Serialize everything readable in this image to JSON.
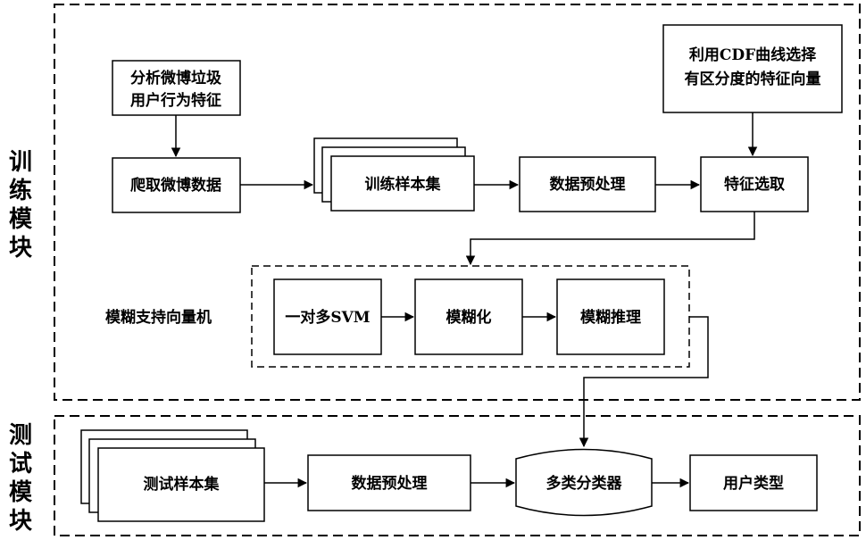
{
  "modules": {
    "training": "训练模块",
    "testing": "测试模块"
  },
  "nodes": {
    "analyze": [
      "分析微博垃圾",
      "用户行为特征"
    ],
    "crawl": "爬取微博数据",
    "train_set": "训练样本集",
    "preprocess_train": "数据预处理",
    "feature_select": "特征选取",
    "cdf": [
      "利用CDF曲线选择",
      "有区分度的特征向量"
    ],
    "fuzzy_svm_label": "模糊支持向量机",
    "ovr_svm": "一对多SVM",
    "fuzzify": "模糊化",
    "fuzzy_infer": "模糊推理",
    "test_set": "测试样本集",
    "preprocess_test": "数据预处理",
    "classifier": "多类分类器",
    "user_type": "用户类型"
  }
}
